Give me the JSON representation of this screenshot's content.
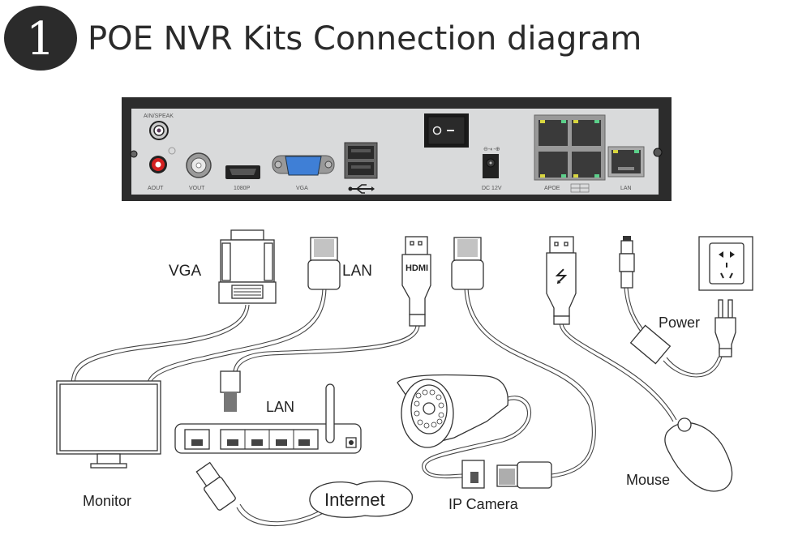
{
  "title": {
    "step_number": "1",
    "text": "POE NVR Kits Connection diagram"
  },
  "nvr_panel": {
    "ports": {
      "ain_speak": "AIN/SPEAK",
      "aout": "AOUT",
      "vout": "VOUT",
      "hdmi": "1080P",
      "vga": "VGA",
      "usb": "usb-icon",
      "dc": "DC 12V",
      "apoe": "APOE",
      "lan": "LAN"
    },
    "power_switch": {
      "off": "O",
      "on": "—"
    }
  },
  "cables": {
    "vga": "VGA",
    "lan": "LAN",
    "hdmi": "HDMI",
    "power": "Power"
  },
  "devices": {
    "monitor": "Monitor",
    "router_lan": "LAN",
    "internet": "Internet",
    "ip_camera": "IP Camera",
    "mouse": "Mouse"
  },
  "colors": {
    "panel": "#d9dadb",
    "frame": "#2c2c2c",
    "vga_blue": "#3f7fd6",
    "rca_red": "#d42020",
    "led_yellow": "#d8d640",
    "led_green": "#5ccf8a"
  }
}
